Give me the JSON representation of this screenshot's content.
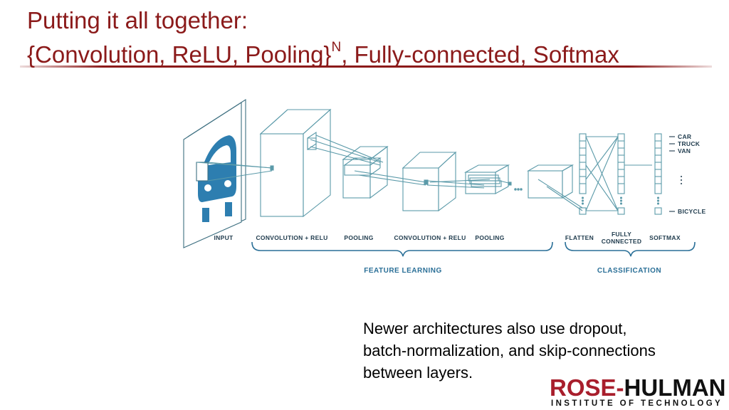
{
  "slide": {
    "title_line1": "Putting it all together:",
    "title_line2_pre": "{Convolution, ReLU, Pooling}",
    "title_sup": "N",
    "title_line2_post": ", Fully-connected, Softmax",
    "body_line1": "Newer architectures also use dropout,",
    "body_line2": "batch-normalization, and skip-connections",
    "body_line3": "between layers."
  },
  "diagram": {
    "layer_labels": {
      "input": "INPUT",
      "conv1": "CONVOLUTION + RELU",
      "pool1": "POOLING",
      "conv2": "CONVOLUTION + RELU",
      "pool2": "POOLING",
      "flatten": "FLATTEN",
      "fc_line1": "FULLY",
      "fc_line2": "CONNECTED",
      "softmax": "SOFTMAX"
    },
    "group_labels": {
      "feature": "FEATURE LEARNING",
      "classification": "CLASSIFICATION"
    },
    "classes": [
      "CAR",
      "TRUCK",
      "VAN",
      "BICYCLE"
    ],
    "colors": {
      "line": "#5b9aa9",
      "accent": "#2a6f97",
      "car": "#2d7eb0"
    }
  },
  "logo": {
    "rose": "ROSE",
    "hulman": "HULMAN",
    "sub": "INSTITUTE OF TECHNOLOGY"
  }
}
